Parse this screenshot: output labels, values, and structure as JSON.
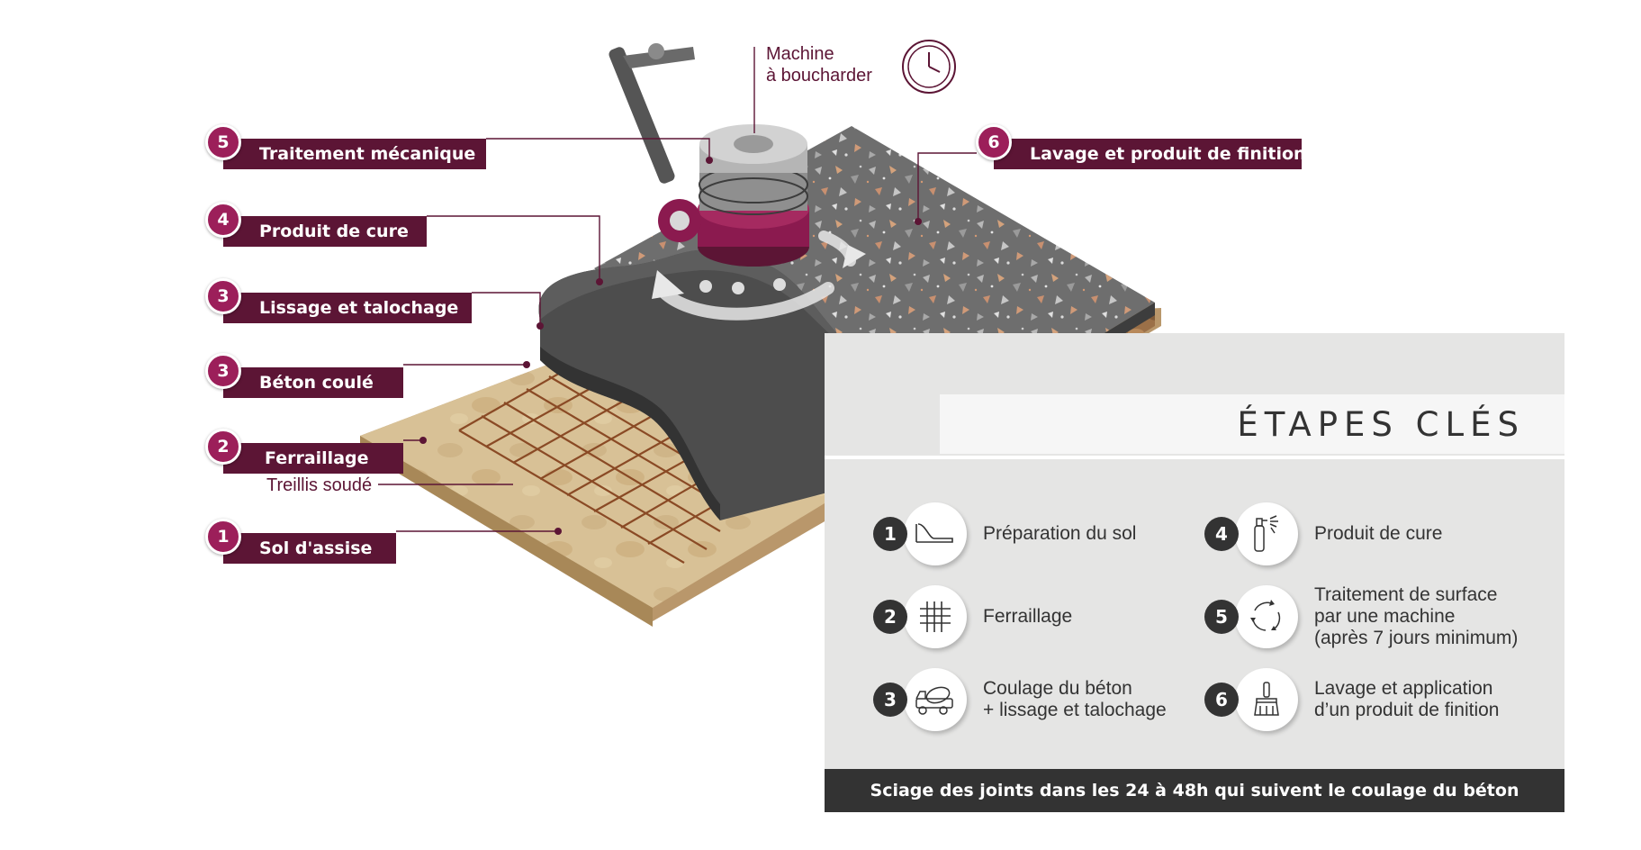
{
  "callouts": [
    {
      "num": "5",
      "label": "Traitement mécanique"
    },
    {
      "num": "4",
      "label": "Produit de cure"
    },
    {
      "num": "3",
      "label": "Lissage et talochage"
    },
    {
      "num": "3",
      "label": "Béton coulé"
    },
    {
      "num": "2",
      "label": "Ferraillage"
    },
    {
      "num": "1",
      "label": "Sol d'assise"
    },
    {
      "num": "6",
      "label": "Lavage et produit de finition"
    }
  ],
  "treillis_label": "Treillis soudé",
  "machine_label": "Machine\nà boucharder",
  "icons": {
    "clock": "clock-icon",
    "machine": "bush-hammer-machine-icon"
  },
  "panel": {
    "title": "ÉTAPES CLÉS",
    "steps": [
      {
        "num": "1",
        "text": "Préparation du sol",
        "icon": "ground-preparation-icon"
      },
      {
        "num": "2",
        "text": "Ferraillage",
        "icon": "grid-icon"
      },
      {
        "num": "3",
        "text": "Coulage du béton\n+ lissage et talochage",
        "icon": "concrete-mixer-truck-icon"
      },
      {
        "num": "4",
        "text": "Produit de cure",
        "icon": "spray-bottle-icon"
      },
      {
        "num": "5",
        "text": "Traitement de surface\npar une machine\n(après 7 jours minimum)",
        "icon": "rotation-arrows-icon"
      },
      {
        "num": "6",
        "text": "Lavage et application\nd’un produit de finition",
        "icon": "brush-icon"
      }
    ],
    "footer": "Sciage des joints dans les 24 à 48h qui suivent le coulage du béton"
  },
  "colors": {
    "label_bg": "#5c1535",
    "badge": "#9c1f5a",
    "concrete": "#4a4a4a",
    "sand": "#d9c197",
    "rebar": "#8a4a25",
    "panel_bg": "#e5e5e4",
    "dark": "#333333"
  }
}
